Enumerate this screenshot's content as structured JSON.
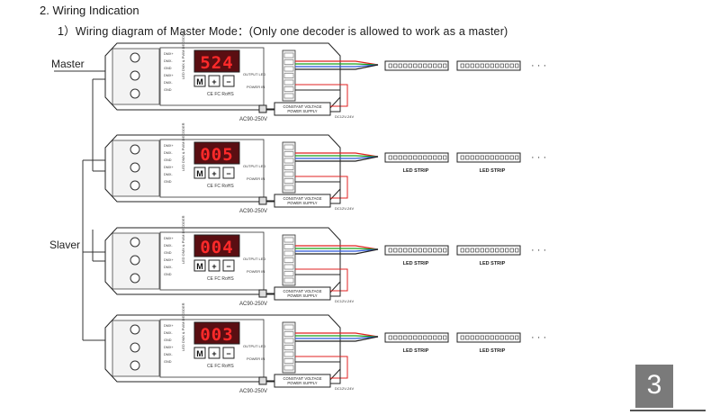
{
  "section_heading": "2. Wiring Indication",
  "diagram_title": "1）Wiring diagram of Master Mode：(Only one decoder is allowed to work as a master)",
  "labels": {
    "master": "Master",
    "slaver": "Slaver"
  },
  "decoders": [
    {
      "display": "524",
      "ac_label": "AC90-250V"
    },
    {
      "display": "005",
      "ac_label": "AC90-250V"
    },
    {
      "display": "004",
      "ac_label": "AC90-250V"
    },
    {
      "display": "003",
      "ac_label": "AC90-250V"
    }
  ],
  "decoder_text": {
    "dmx_pins": [
      "DMX+",
      "DMX-",
      "GND",
      "DMX+",
      "DMX-",
      "GND"
    ],
    "brand": "LED DMX & PWM DECODER",
    "button_m": "M",
    "button_plus": "+",
    "button_minus": "−",
    "certs": "CE FC RoHS",
    "output_label": "OUTPUT LED",
    "power_label": "POWER IN",
    "psu_line1": "CONSTANT VOLTAGE",
    "psu_line2": "POWER SUPPLY",
    "dc_label": "DC12V-24V"
  },
  "strip_label": "LED STRIP",
  "ellipsis": "· · ·",
  "page_number": "3",
  "colors": {
    "display_bg": "#5a0e12",
    "display_seg": "#ff2a2a",
    "wire_red": "#e02020",
    "wire_green": "#19a019",
    "wire_blue": "#2b57d6"
  }
}
